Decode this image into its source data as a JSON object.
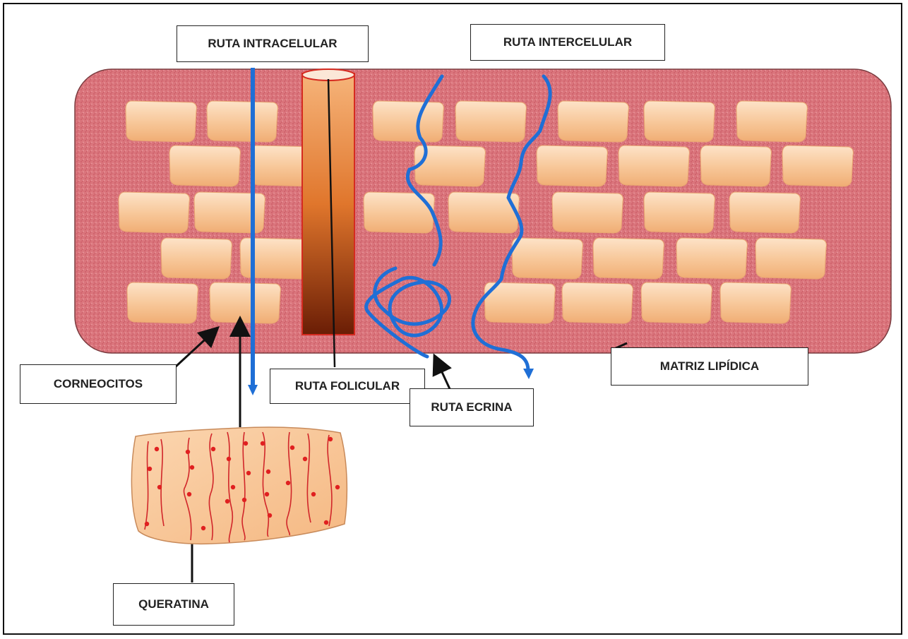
{
  "labels": {
    "intracellular": "RUTA INTRACELULAR",
    "intercellular": "RUTA INTERCELULAR",
    "corneocytes": "CORNEOCITOS",
    "follicular": "RUTA FOLICULAR",
    "eccrine": "RUTA ECRINA",
    "lipid_matrix": "MATRIZ LIPÍDICA",
    "keratin": "QUERATINA"
  },
  "colors": {
    "lipid_matrix": "#d9727a",
    "corneocyte": "#f6c79b",
    "route_blue": "#1f6fd6",
    "follicle_dark": "#8a2a06",
    "follicle_light": "#f2a45e",
    "keratin_red": "#d1262a"
  }
}
